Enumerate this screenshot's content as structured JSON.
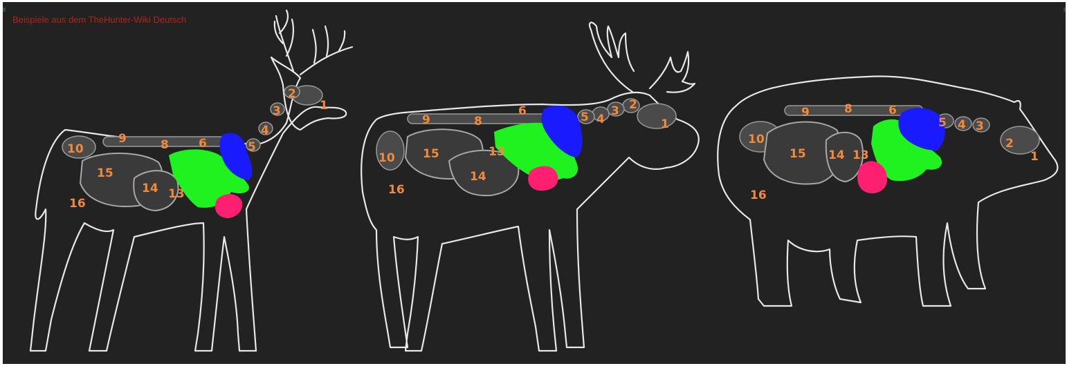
{
  "caption": "Beispiele aus dem TheHunter-Wiki Deutsch",
  "colors": {
    "background": "#222222",
    "outline": "#e8e8e8",
    "label": "#f08a3c",
    "caption": "#b3231c",
    "heart": "#ff1f70",
    "lungs": "#1ff21f",
    "liver": "#1a1aff"
  },
  "animals": [
    {
      "id": "deer",
      "labels": [
        "1",
        "2",
        "3",
        "4",
        "5",
        "6",
        "8",
        "9",
        "10",
        "13",
        "14",
        "15",
        "16"
      ]
    },
    {
      "id": "moose",
      "labels": [
        "1",
        "2",
        "3",
        "4",
        "5",
        "6",
        "8",
        "9",
        "10",
        "13",
        "14",
        "15",
        "16"
      ]
    },
    {
      "id": "bear",
      "labels": [
        "1",
        "2",
        "3",
        "4",
        "5",
        "6",
        "8",
        "9",
        "10",
        "13",
        "14",
        "15",
        "16"
      ]
    }
  ]
}
